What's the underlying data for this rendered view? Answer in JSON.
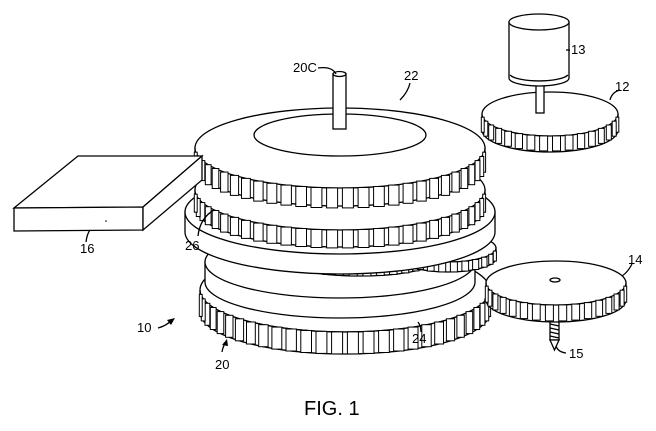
{
  "figure": {
    "caption": "FIG. 1",
    "style": "black-and-white patent line drawing",
    "ink_color": "#000000",
    "background_color": "#ffffff"
  },
  "labels": {
    "assembly": "10",
    "stack": "20",
    "shaft": "20C",
    "top_gear": "22",
    "bottom_gear": "24",
    "middle_gear": "26",
    "drive_gear": "12",
    "motor": "13",
    "output_gear": "14",
    "screw": "15",
    "housing_block": "16"
  },
  "components": [
    {
      "id": "10",
      "name": "gear assembly",
      "shape": "overall assembly (arrow reference)"
    },
    {
      "id": "20",
      "name": "gear stack",
      "shape": "stacked coaxial gears (arrow reference)"
    },
    {
      "id": "20C",
      "name": "central shaft",
      "shape": "vertical cylinder"
    },
    {
      "id": "22",
      "name": "top gear",
      "shape": "spur gear with raised hub"
    },
    {
      "id": "26",
      "name": "second gear",
      "shape": "spur gear engaging block 16"
    },
    {
      "id": "24",
      "name": "bottom gear",
      "shape": "spur gear"
    },
    {
      "id": "12",
      "name": "drive gear",
      "shape": "spur gear on motor shaft"
    },
    {
      "id": "13",
      "name": "motor",
      "shape": "cylinder"
    },
    {
      "id": "14",
      "name": "output gear",
      "shape": "spur gear with center hole"
    },
    {
      "id": "15",
      "name": "screw",
      "shape": "threaded shaft under gear 14"
    },
    {
      "id": "16",
      "name": "block",
      "shape": "rectangular box"
    }
  ]
}
